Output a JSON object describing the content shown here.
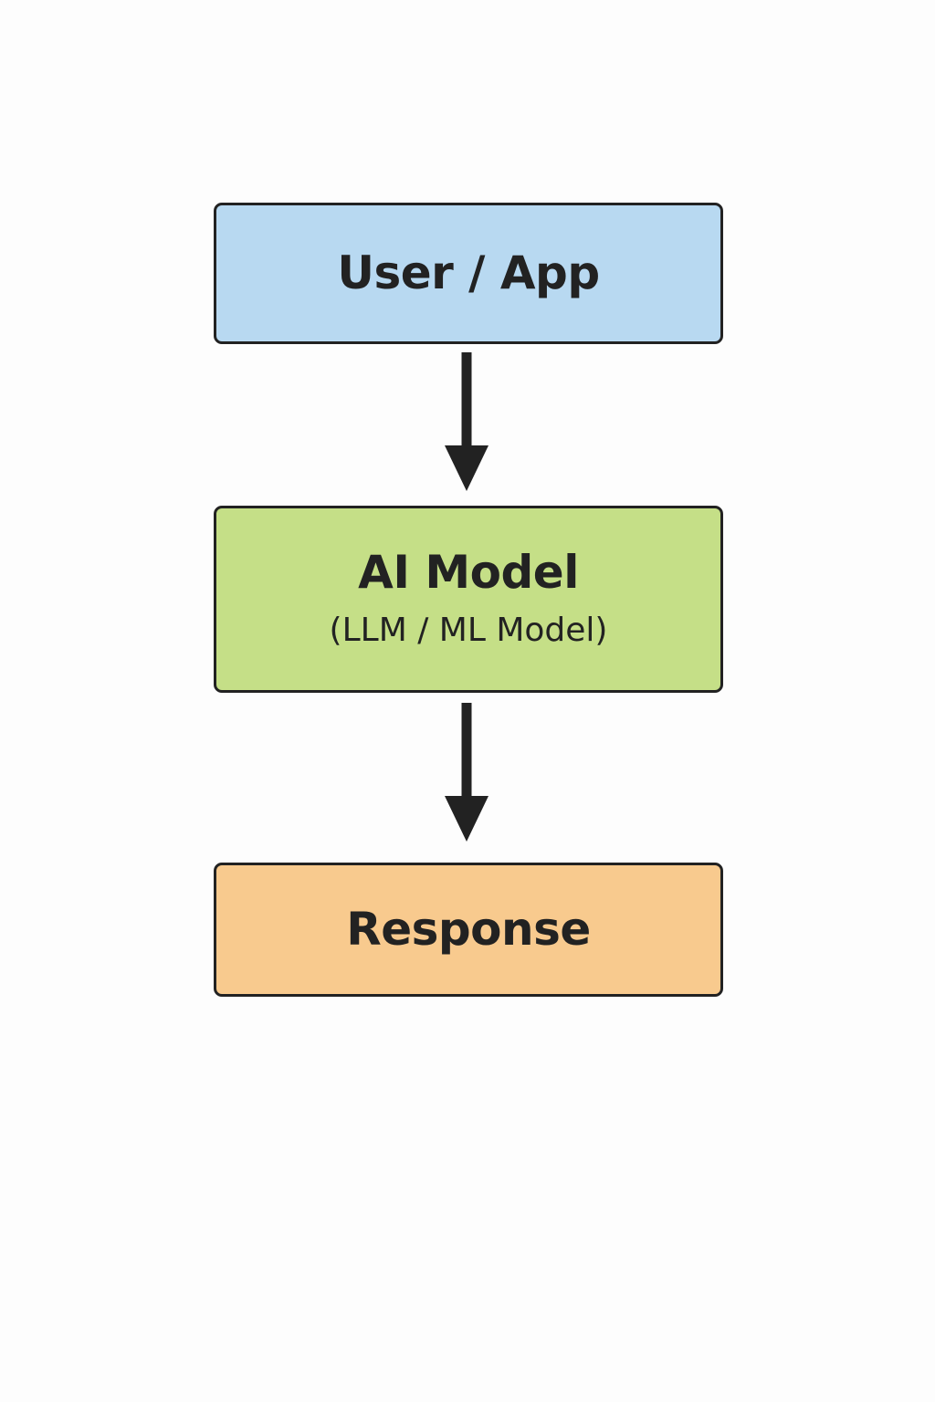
{
  "diagram": {
    "nodes": [
      {
        "id": "user",
        "title": "User / App",
        "subtitle": "",
        "fill": "#b8d9f1"
      },
      {
        "id": "model",
        "title": "AI Model",
        "subtitle": "(LLM / ML Model)",
        "fill": "#c5df87"
      },
      {
        "id": "response",
        "title": "Response",
        "subtitle": "",
        "fill": "#f8ca8e"
      }
    ],
    "edges": [
      {
        "from": "user",
        "to": "model"
      },
      {
        "from": "model",
        "to": "response"
      }
    ],
    "colors": {
      "stroke": "#222222",
      "background": "#fdfdfd"
    }
  }
}
